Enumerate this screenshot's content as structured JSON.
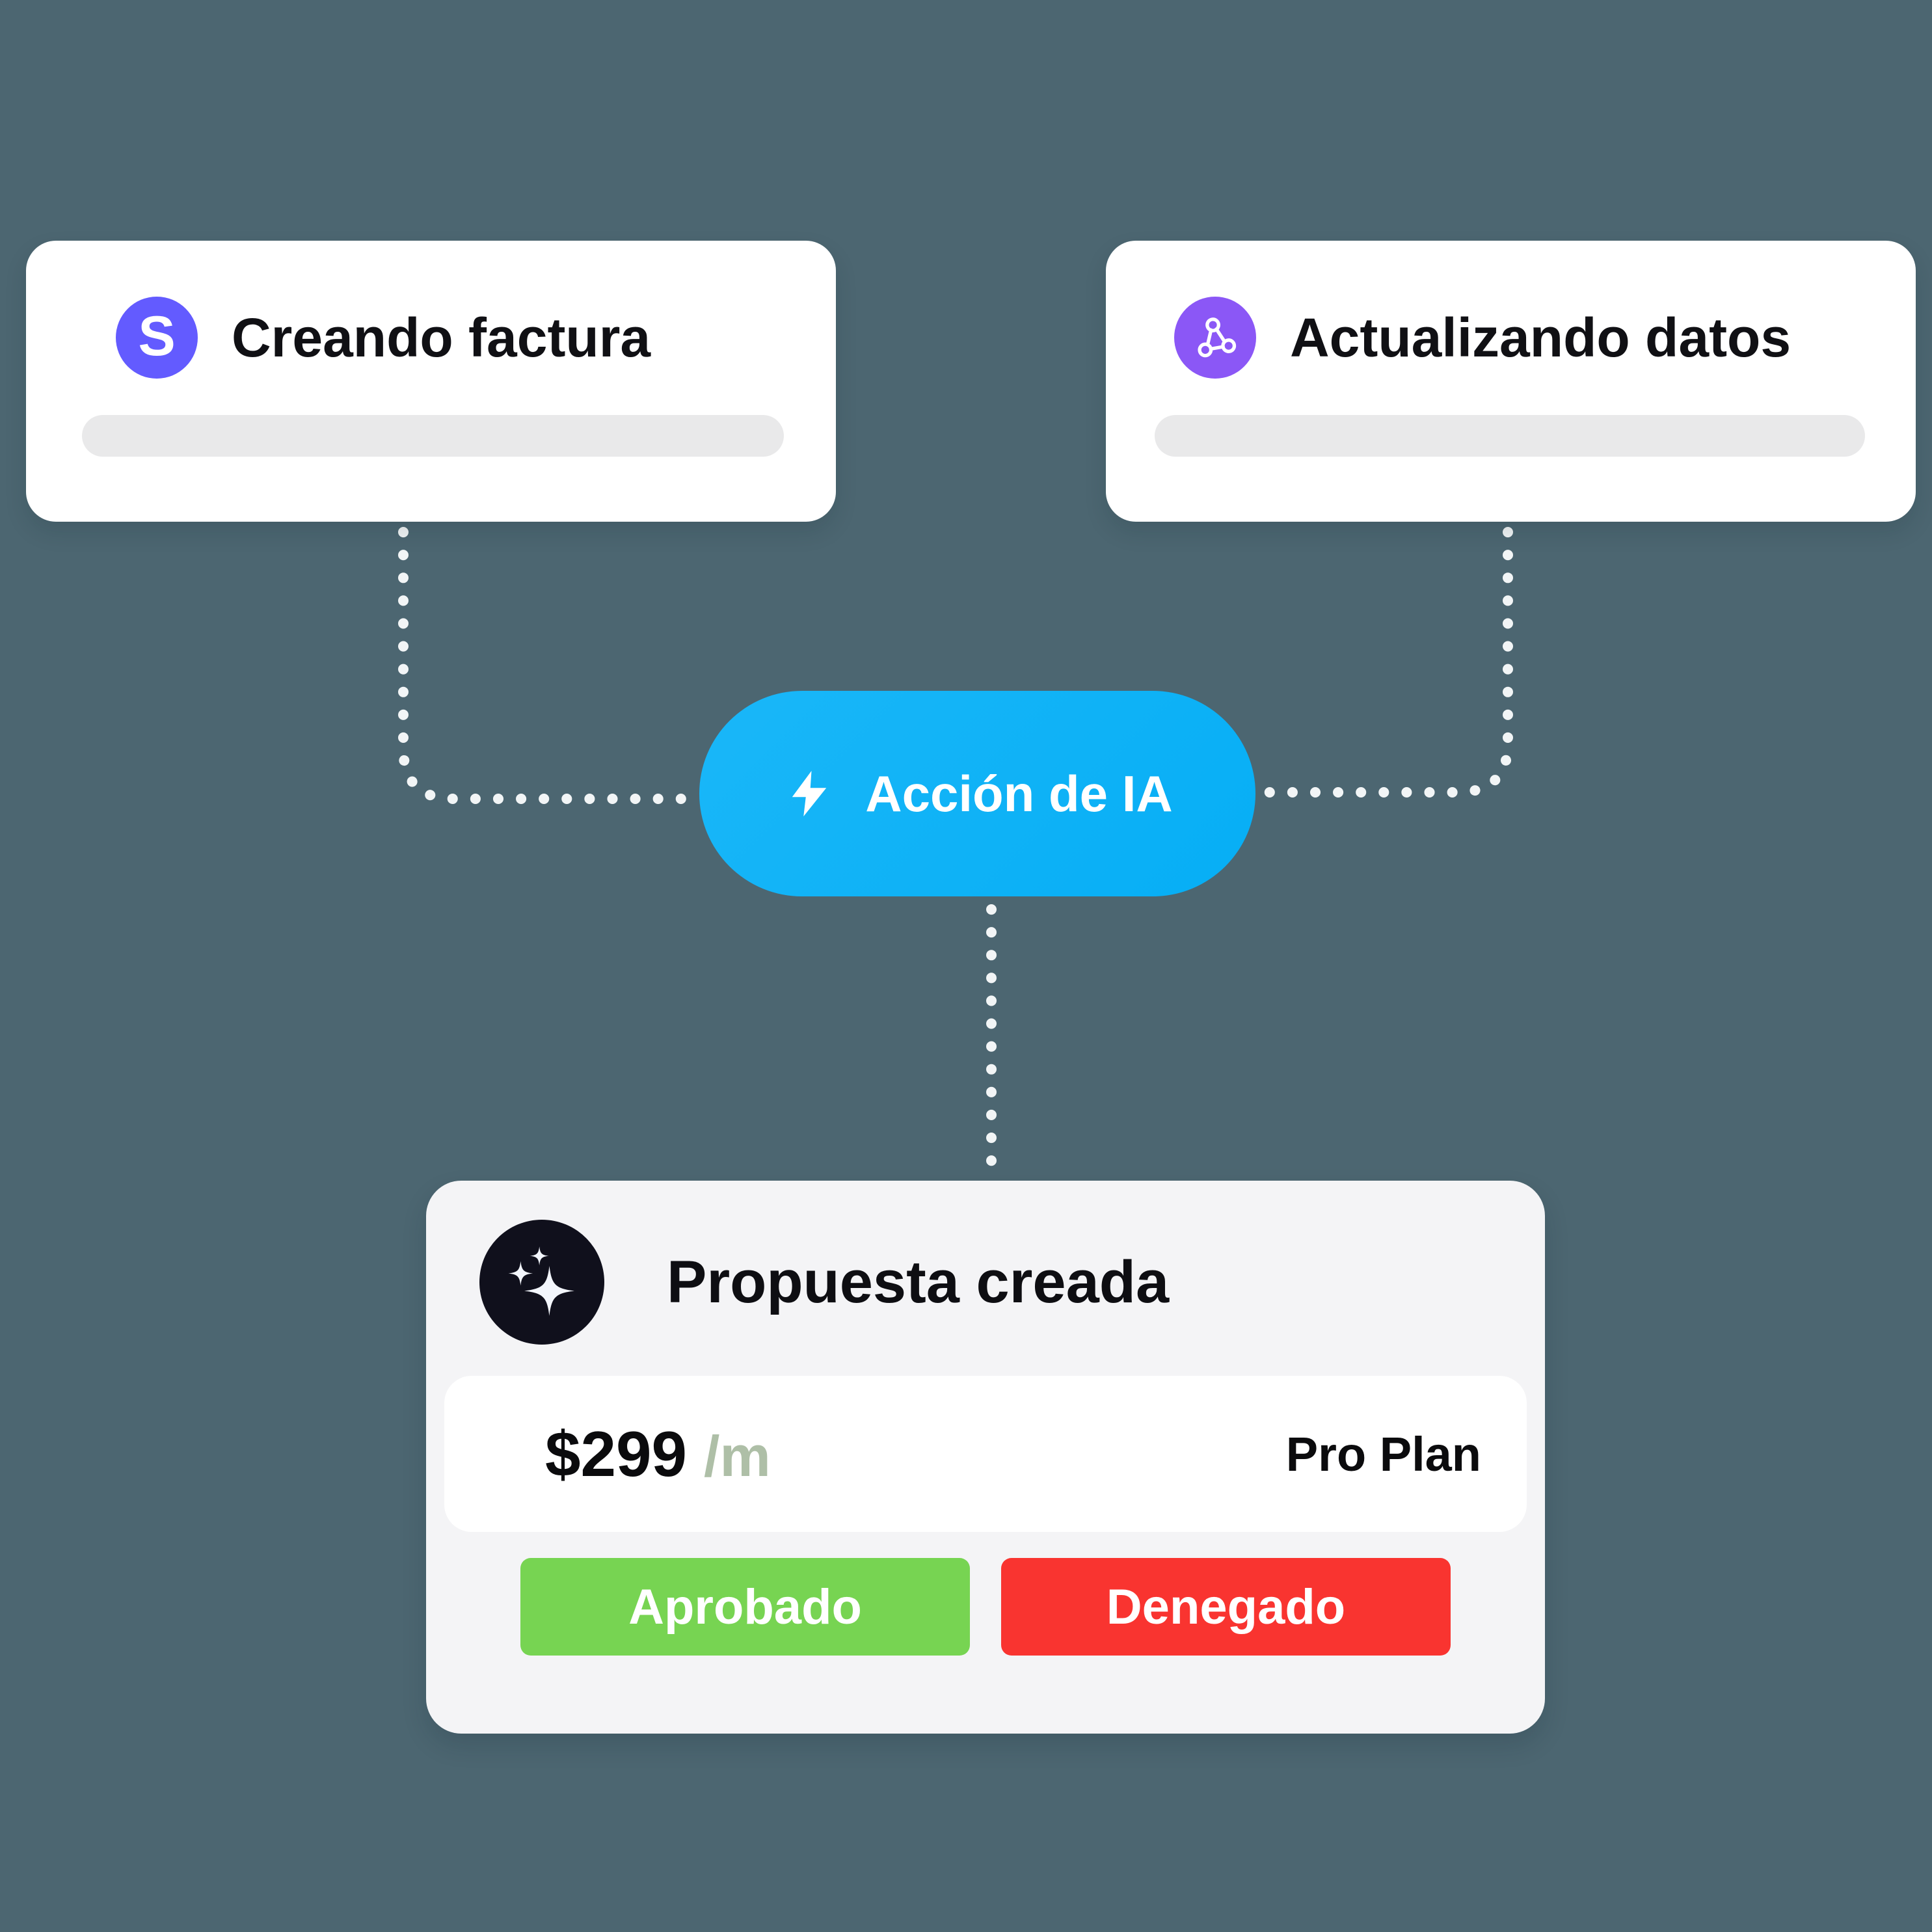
{
  "canvas": {
    "background_color": "#4c6671",
    "connector_color": "#f2f5f6"
  },
  "invoice_card": {
    "title": "Creando factura",
    "icon": "stripe-icon",
    "icon_letter": "S",
    "icon_color": "#635bff"
  },
  "data_card": {
    "title": "Actualizando datos",
    "icon": "webhook-icon",
    "icon_color": "#8b57f6"
  },
  "action_pill": {
    "label": "Acción de IA",
    "icon": "lightning-icon",
    "color": "#0db3f7"
  },
  "proposal_card": {
    "title": "Propuesta creada",
    "icon": "sparkle-icon",
    "icon_bg_color": "#10101c",
    "price": "$299",
    "period": "/m",
    "plan_name": "Pro Plan",
    "approve_label": "Aprobado",
    "deny_label": "Denegado",
    "colors": {
      "approve": "#77d452",
      "deny": "#f93430",
      "period_text": "#aebfa7"
    }
  }
}
